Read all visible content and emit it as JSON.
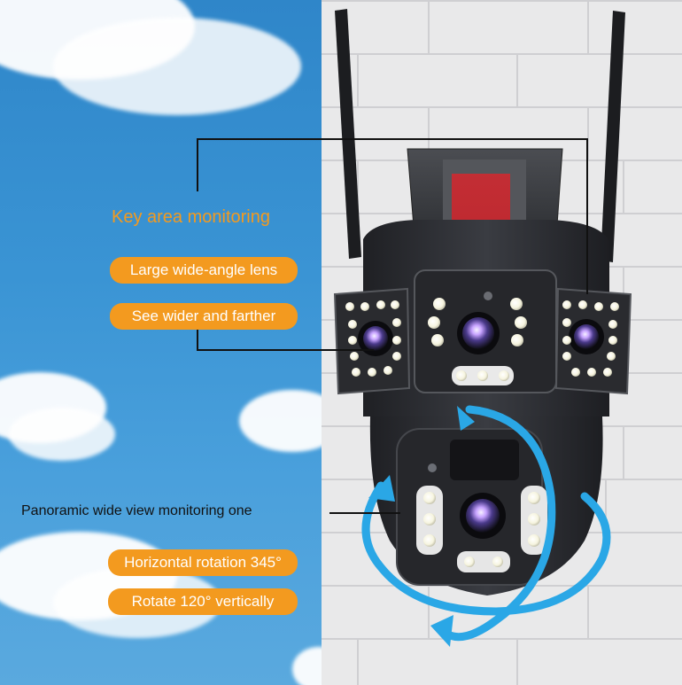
{
  "annotations": {
    "key_area": "Key area monitoring",
    "wide_angle": "Large wide-angle lens",
    "see_wider": "See wider and farther",
    "panoramic": "Panoramic wide view monitoring one",
    "horizontal": "Horizontal rotation 345°",
    "vertical": "Rotate 120° vertically"
  },
  "colors": {
    "accent": "#f39a1f",
    "sky": "#3a94d4",
    "wall": "#e9e9ea",
    "camera_body": "#2b2d31",
    "arrow": "#2aa7e6",
    "mount_red": "#d8282f"
  },
  "icons": {
    "rotation": "rotation-arrow-icon",
    "camera": "camera-product-image"
  }
}
